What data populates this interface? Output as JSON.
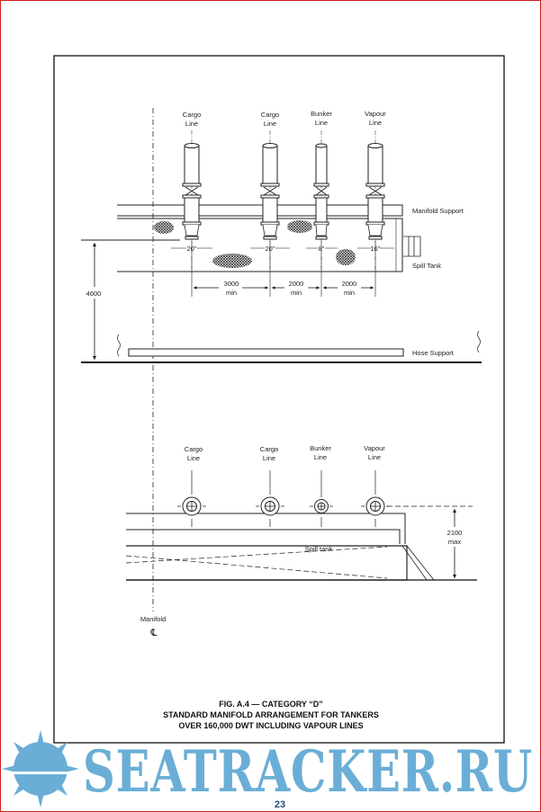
{
  "top_view": {
    "lines": [
      {
        "name": "Cargo",
        "sub": "Line",
        "size": "20\""
      },
      {
        "name": "Cargo",
        "sub": "Line",
        "size": "20\""
      },
      {
        "name": "Bunker",
        "sub": "Line",
        "size": "8\""
      },
      {
        "name": "Vapour",
        "sub": "Line",
        "size": "16\""
      }
    ],
    "manifold_support": "Manifold Support",
    "spill_tank": "Spill Tank",
    "hose_support": "Hose Support",
    "height_dim": "4600",
    "spacings": [
      {
        "value": "3000",
        "unit": "min"
      },
      {
        "value": "2000",
        "unit": "min"
      },
      {
        "value": "2000",
        "unit": "min"
      }
    ]
  },
  "side_view": {
    "lines": [
      {
        "name": "Cargo",
        "sub": "Line"
      },
      {
        "name": "Cargo",
        "sub": "Line"
      },
      {
        "name": "Bunker",
        "sub": "Line"
      },
      {
        "name": "Vapour",
        "sub": "Line"
      }
    ],
    "spill_tank": "Spill tank",
    "height_dim": "2100",
    "height_unit": "max",
    "manifold_label": "Manifold",
    "centerline_symbol": "℄"
  },
  "caption": {
    "line1": "FIG. A.4 — CATEGORY “D”",
    "line2": "STANDARD MANIFOLD ARRANGEMENT FOR TANKERS",
    "line3": "OVER 160,000 DWT INCLUDING VAPOUR LINES"
  },
  "page_number": "23",
  "watermark": "SEATRACKER.RU",
  "colors": {
    "watermark": "#6aaed6",
    "border": "#d02020"
  }
}
